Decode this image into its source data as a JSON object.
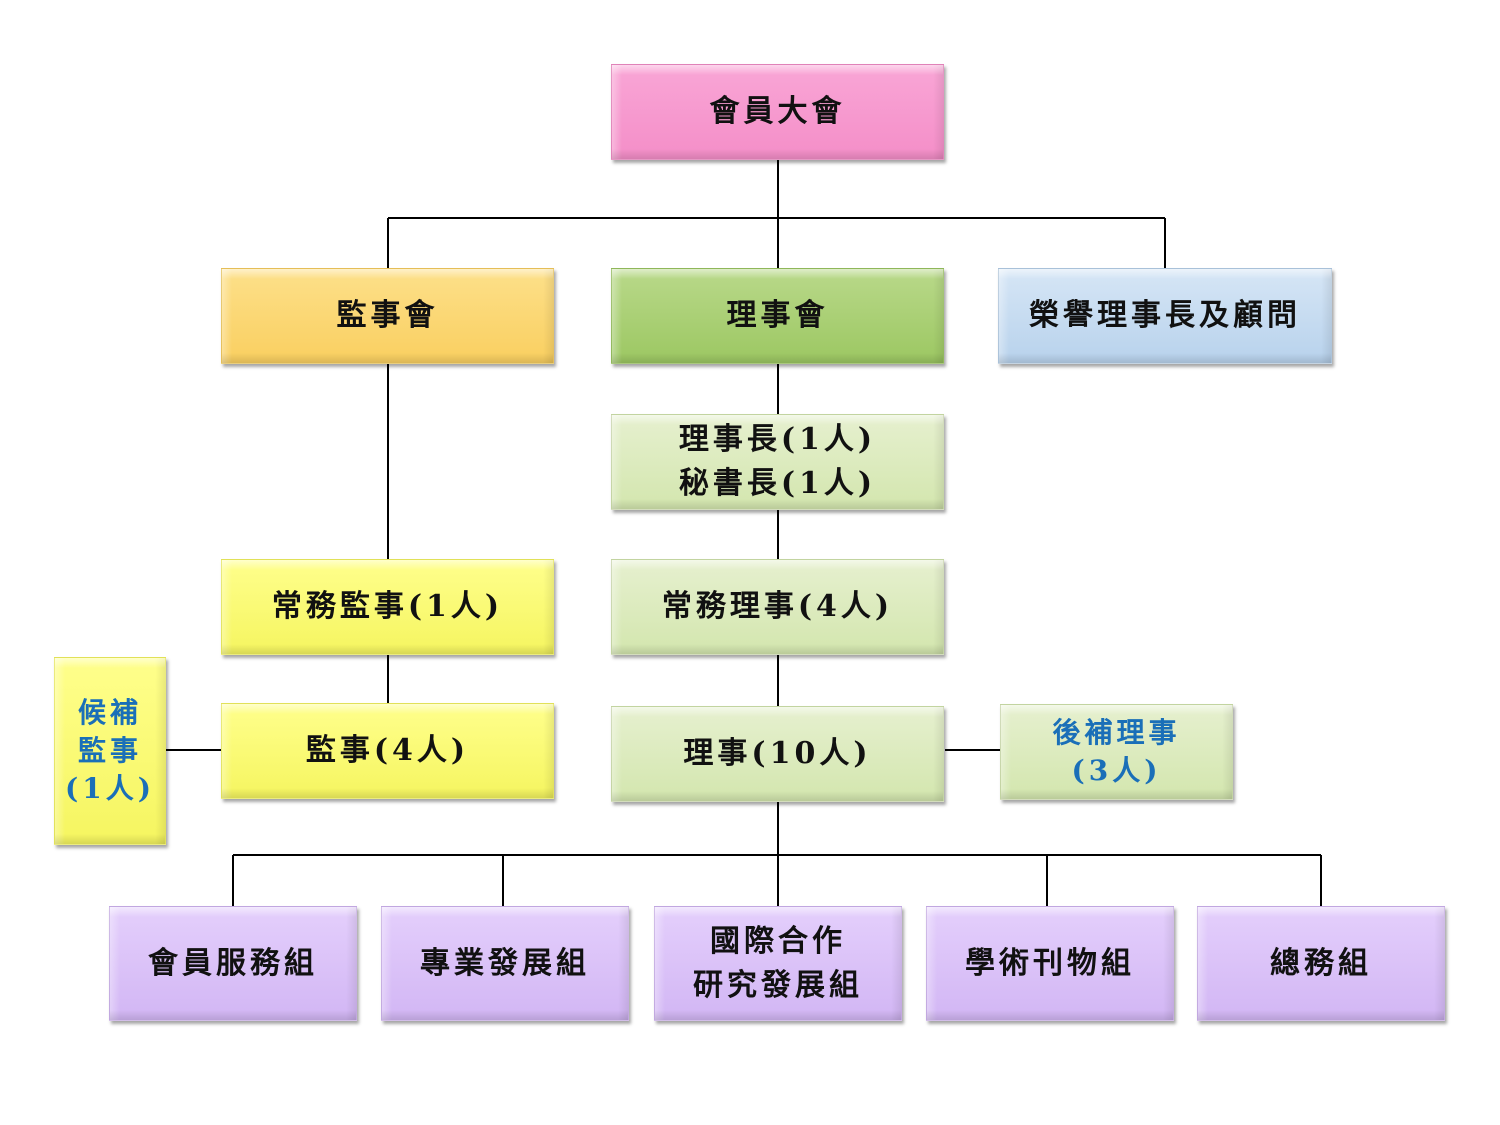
{
  "general_assembly": "會員大會",
  "supervisors_board": "監事會",
  "directors_board": "理事會",
  "honorary": "榮譽理事長及顧問",
  "chairman": "理事長(1人)",
  "secretary_general": "秘書長(1人)",
  "standing_supervisor": "常務監事(1人)",
  "standing_directors": "常務理事(4人)",
  "supervisors": "監事(4人)",
  "directors": "理事(10人)",
  "alternate_supervisor": [
    "候補",
    "監事",
    "(1人)"
  ],
  "alternate_directors": [
    "後補理事",
    "(3人)"
  ],
  "groups": {
    "member_services": "會員服務組",
    "professional_development": [
      "專業發展組"
    ],
    "international": [
      "國際合作",
      "研究發展組"
    ],
    "academic": "學術刊物組",
    "general_affairs": "總務組"
  }
}
